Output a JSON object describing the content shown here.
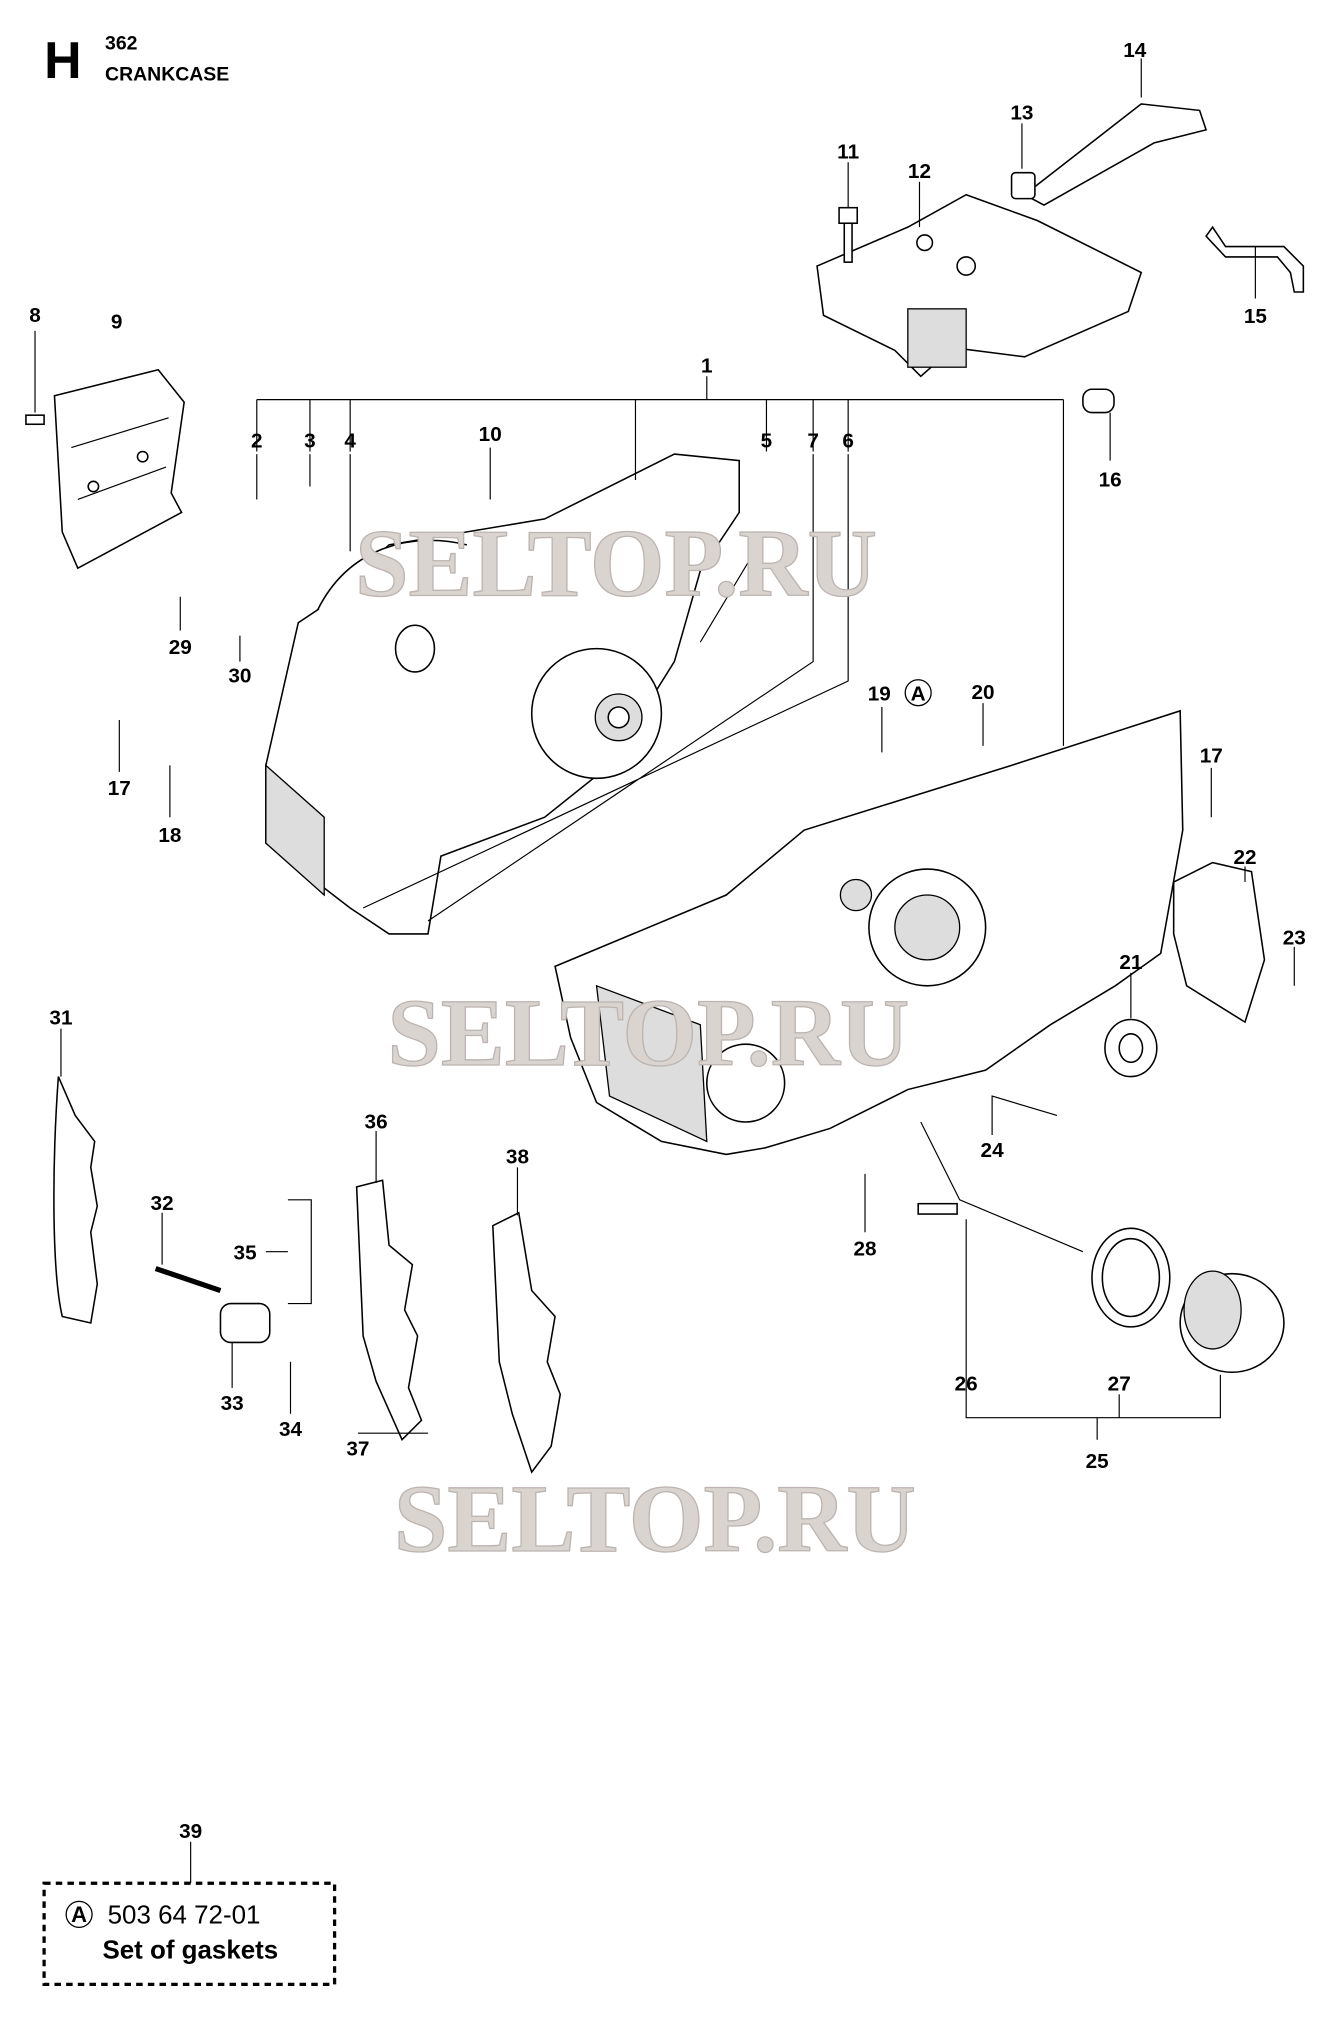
{
  "header": {
    "section_letter": "H",
    "model": "362",
    "title": "CRANKCASE"
  },
  "callouts": {
    "n1": "1",
    "n2": "2",
    "n3": "3",
    "n4": "4",
    "n5": "5",
    "n6": "6",
    "n7": "7",
    "n8": "8",
    "n9": "9",
    "n10": "10",
    "n11": "11",
    "n12": "12",
    "n13": "13",
    "n14": "14",
    "n15": "15",
    "n16": "16",
    "n17": "17",
    "n18": "18",
    "n19": "19",
    "n20": "20",
    "n21": "21",
    "n22": "22",
    "n23": "23",
    "n24": "24",
    "n25": "25",
    "n26": "26",
    "n27": "27",
    "n28": "28",
    "n29": "29",
    "n30": "30",
    "n31": "31",
    "n32": "32",
    "n33": "33",
    "n34": "34",
    "n35": "35",
    "n36": "36",
    "n37": "37",
    "n38": "38",
    "n39": "39"
  },
  "kit_marker": "A",
  "kit_box": {
    "marker": "A",
    "part_number": "503 64 72-01",
    "description": "Set of gaskets"
  },
  "watermark": "SELTOP.RU"
}
